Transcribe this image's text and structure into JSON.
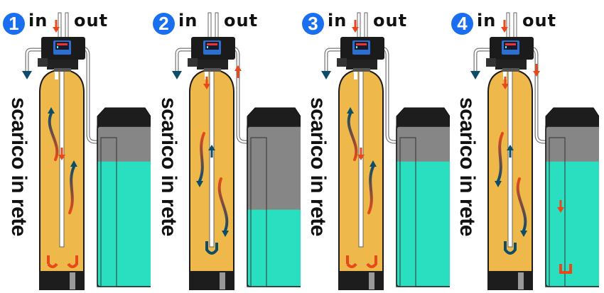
{
  "diagram": {
    "title": "Water softener regeneration cycle",
    "labels": {
      "in": "in",
      "out": "out",
      "drain": "scarico in rete"
    },
    "colors": {
      "step_badge": "#1a6ff0",
      "resin_tank": "#eeb84a",
      "brine_water": "#2adfc0",
      "brine_air": "#868686",
      "hot_flow": "#e8491a",
      "cold_flow": "#0e4d68",
      "controller": "#1b1b1b"
    },
    "panels": [
      {
        "step": "1",
        "brine_level": 0.78,
        "inlet_arrow": true,
        "flow": "upflow"
      },
      {
        "step": "2",
        "brine_level": 0.48,
        "inlet_arrow": false,
        "flow": "downflow-brine-draw"
      },
      {
        "step": "3",
        "brine_level": 0.78,
        "inlet_arrow": true,
        "flow": "upflow"
      },
      {
        "step": "4",
        "brine_level": 0.78,
        "inlet_arrow": true,
        "flow": "downflow-brine-refill"
      }
    ]
  }
}
